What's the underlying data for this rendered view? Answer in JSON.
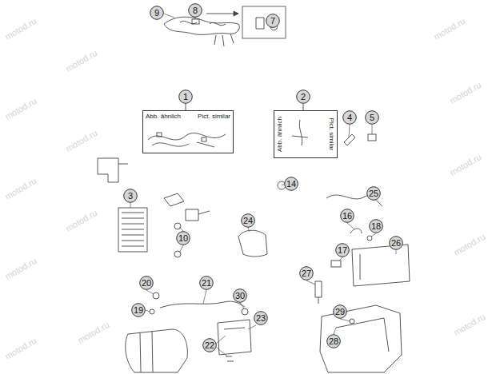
{
  "diagram": {
    "nodes": [
      {
        "text": [
          "9"
        ]
      },
      {
        "text": [
          "8"
        ]
      },
      {
        "text": [
          "7"
        ]
      },
      {
        "text": [
          "1"
        ]
      },
      {
        "text": [
          "Abb. ähnlich",
          "Pict. similar"
        ]
      },
      {
        "text": [
          "2"
        ]
      },
      {
        "text": [
          "Abb. ähnlich",
          "Pict. similar"
        ]
      },
      {
        "text": [
          "4"
        ]
      },
      {
        "text": [
          "5"
        ]
      },
      {
        "text": [
          "3"
        ]
      },
      {
        "text": [
          "14"
        ]
      },
      {
        "text": [
          "25"
        ]
      },
      {
        "text": [
          "24"
        ]
      },
      {
        "text": [
          "16"
        ]
      },
      {
        "text": [
          "18"
        ]
      },
      {
        "text": [
          "10"
        ]
      },
      {
        "text": [
          "17"
        ]
      },
      {
        "text": [
          "26"
        ]
      },
      {
        "text": [
          "27"
        ]
      },
      {
        "text": [
          "20"
        ]
      },
      {
        "text": [
          "21"
        ]
      },
      {
        "text": [
          "30"
        ]
      },
      {
        "text": [
          "19"
        ]
      },
      {
        "text": [
          "29"
        ]
      },
      {
        "text": [
          "23"
        ]
      },
      {
        "text": [
          "22"
        ]
      },
      {
        "text": [
          "28"
        ]
      }
    ],
    "edges": [
      {
        "from": 3,
        "to": 4,
        "arrow": "none"
      },
      {
        "from": 5,
        "to": 6,
        "arrow": "none"
      }
    ],
    "labels": [
      "motod.ru",
      "motod.ru",
      "motod.ru",
      "motod.ru",
      "motod.ru",
      "motod.ru",
      "motod.ru",
      "motod.ru",
      "motod.ru",
      "motod.ru",
      "motod.ru",
      "motod.ru",
      "motod.ru",
      "motod.ru"
    ]
  }
}
